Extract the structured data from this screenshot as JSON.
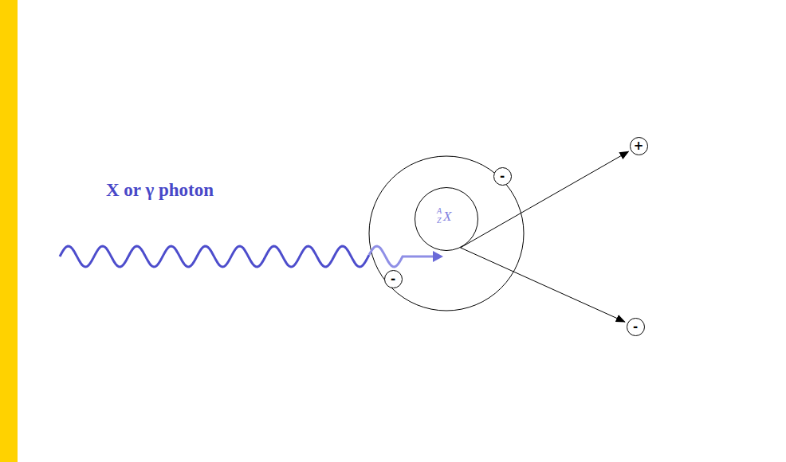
{
  "diagram": {
    "nodes": [
      {
        "text": [
          "A",
          "Z",
          "X"
        ]
      },
      {
        "text": [
          "-"
        ]
      },
      {
        "text": [
          "-"
        ]
      },
      {
        "text": [
          "+"
        ]
      },
      {
        "text": [
          "-"
        ]
      }
    ],
    "edges": [
      {
        "from": 0,
        "to": 3,
        "arrow": "to"
      },
      {
        "from": 0,
        "to": 4,
        "arrow": "to"
      }
    ],
    "labels": [
      "X or γ photon"
    ]
  }
}
